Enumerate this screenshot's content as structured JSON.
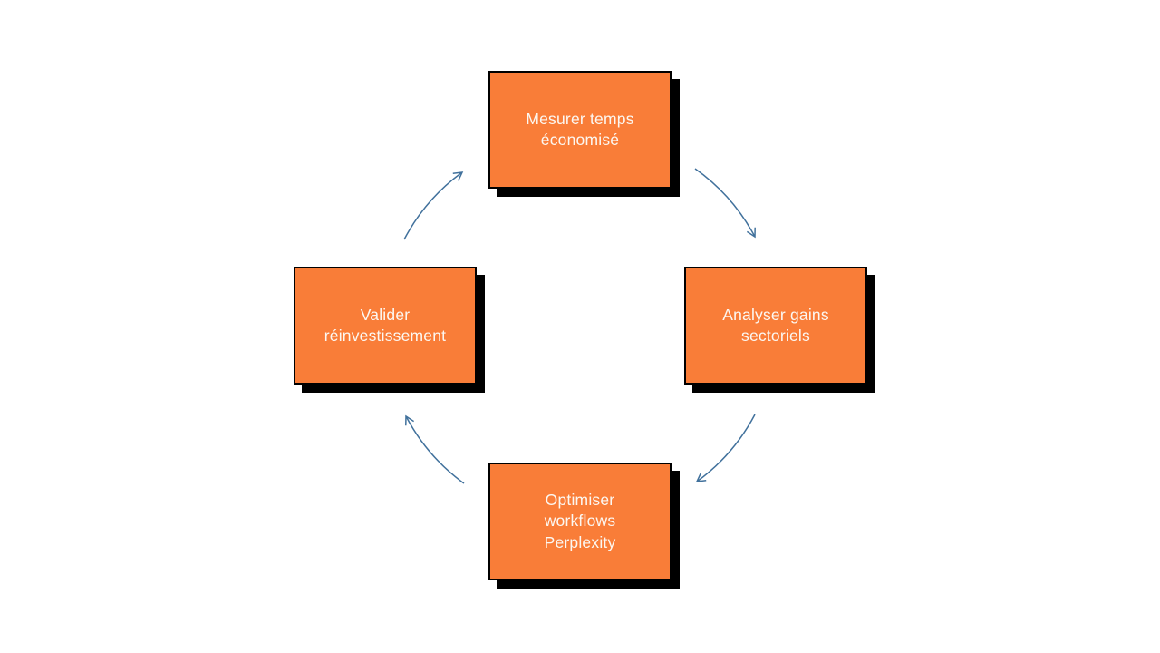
{
  "diagram": {
    "kind": "cycle",
    "direction": "clockwise",
    "nodes": [
      {
        "id": "mesurer",
        "position": "top",
        "label": "Mesurer temps\néconomisé"
      },
      {
        "id": "analyser",
        "position": "right",
        "label": "Analyser gains\nsectoriels"
      },
      {
        "id": "optimiser",
        "position": "bottom",
        "label": "Optimiser\nworkflows\nPerplexity"
      },
      {
        "id": "valider",
        "position": "left",
        "label": "Valider\nréinvestissement"
      }
    ],
    "flow": [
      "mesurer",
      "analyser",
      "optimiser",
      "valider",
      "mesurer"
    ]
  },
  "colors": {
    "node_fill": "#F97D38",
    "node_border": "#000000",
    "node_shadow": "#000000",
    "node_text": "#FCF7F1",
    "arrow": "#41719C",
    "background": "#FFFFFF"
  }
}
